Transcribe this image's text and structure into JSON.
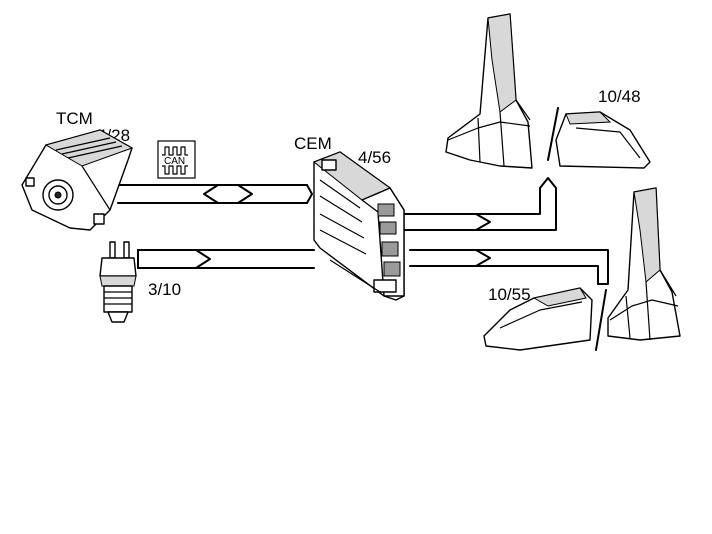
{
  "labels": {
    "tcm_name": "TCM",
    "tcm_code": "4/28",
    "cem_name": "CEM",
    "cem_code": "4/56",
    "switch_code": "3/10",
    "right_top_code": "10/48",
    "right_bottom_code": "10/55",
    "can_text": "CAN"
  },
  "icons": [
    "can-bus-icon",
    "tcm-module-icon",
    "cem-module-icon",
    "switch-sensor-icon",
    "gear-selector-icon",
    "rear-light-icon"
  ],
  "colors": {
    "line": "#000000",
    "background": "#ffffff",
    "shade": "#d8d8d8"
  }
}
